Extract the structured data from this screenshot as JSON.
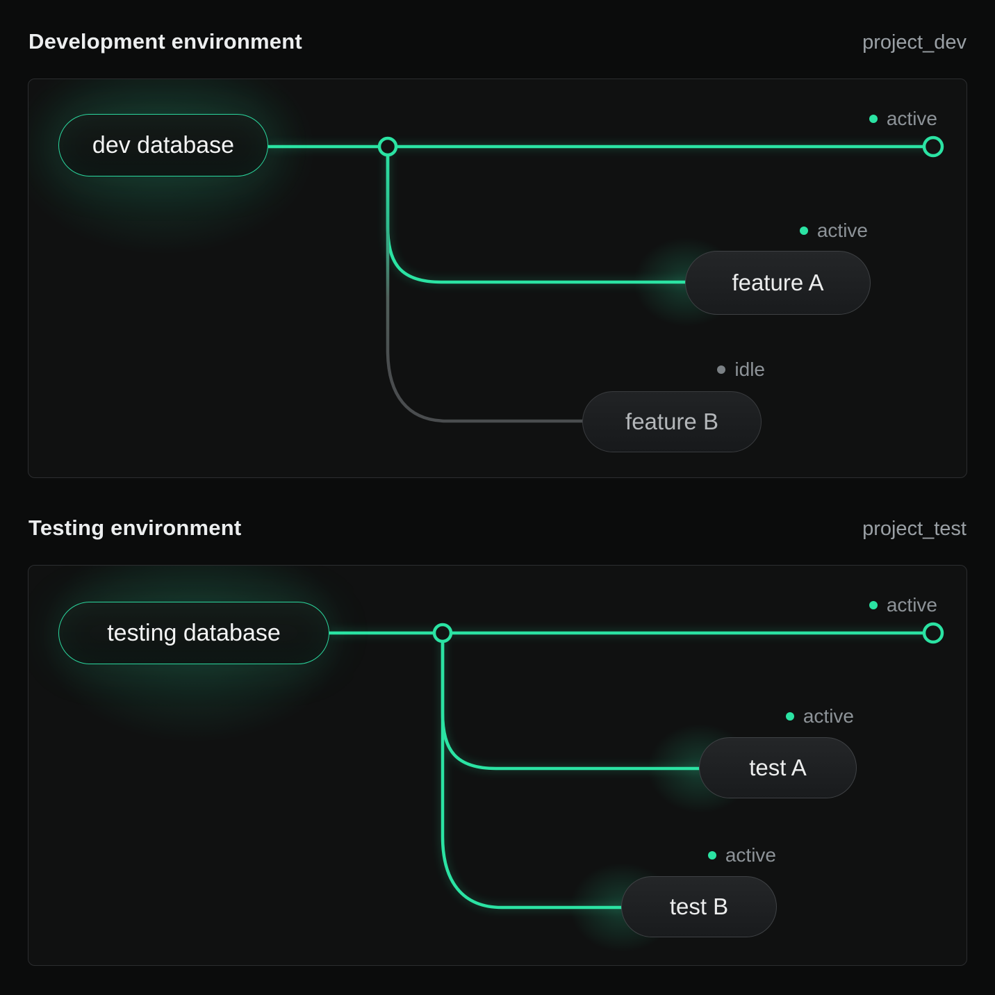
{
  "colors": {
    "accent": "#2be3a3",
    "idle_line": "#4a4d4f",
    "status_text": "#8d9398",
    "panel_border": "#2c2e30",
    "background": "#0b0c0c"
  },
  "sections": [
    {
      "title": "Development environment",
      "project": "project_dev",
      "root": {
        "label": "dev database"
      },
      "main_branch_status": "active",
      "branches": [
        {
          "label": "feature A",
          "status": "active"
        },
        {
          "label": "feature B",
          "status": "idle"
        }
      ]
    },
    {
      "title": "Testing environment",
      "project": "project_test",
      "root": {
        "label": "testing database"
      },
      "main_branch_status": "active",
      "branches": [
        {
          "label": "test A",
          "status": "active"
        },
        {
          "label": "test B",
          "status": "active"
        }
      ]
    }
  ]
}
